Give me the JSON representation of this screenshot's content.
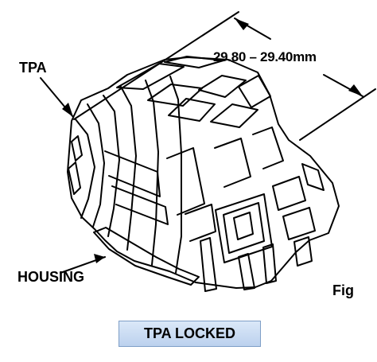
{
  "labels": {
    "tpa": "TPA",
    "dimension": "29.80 – 29.40mm",
    "housing": "HOUSING",
    "figure_ref": "Fig"
  },
  "status_button": {
    "label": "TPA LOCKED"
  },
  "colors": {
    "line": "#000000",
    "button_fill": "#c6d9f1",
    "button_border": "#7f9fc7"
  },
  "icons": {
    "main_figure": "connector-housing-line-drawing"
  }
}
